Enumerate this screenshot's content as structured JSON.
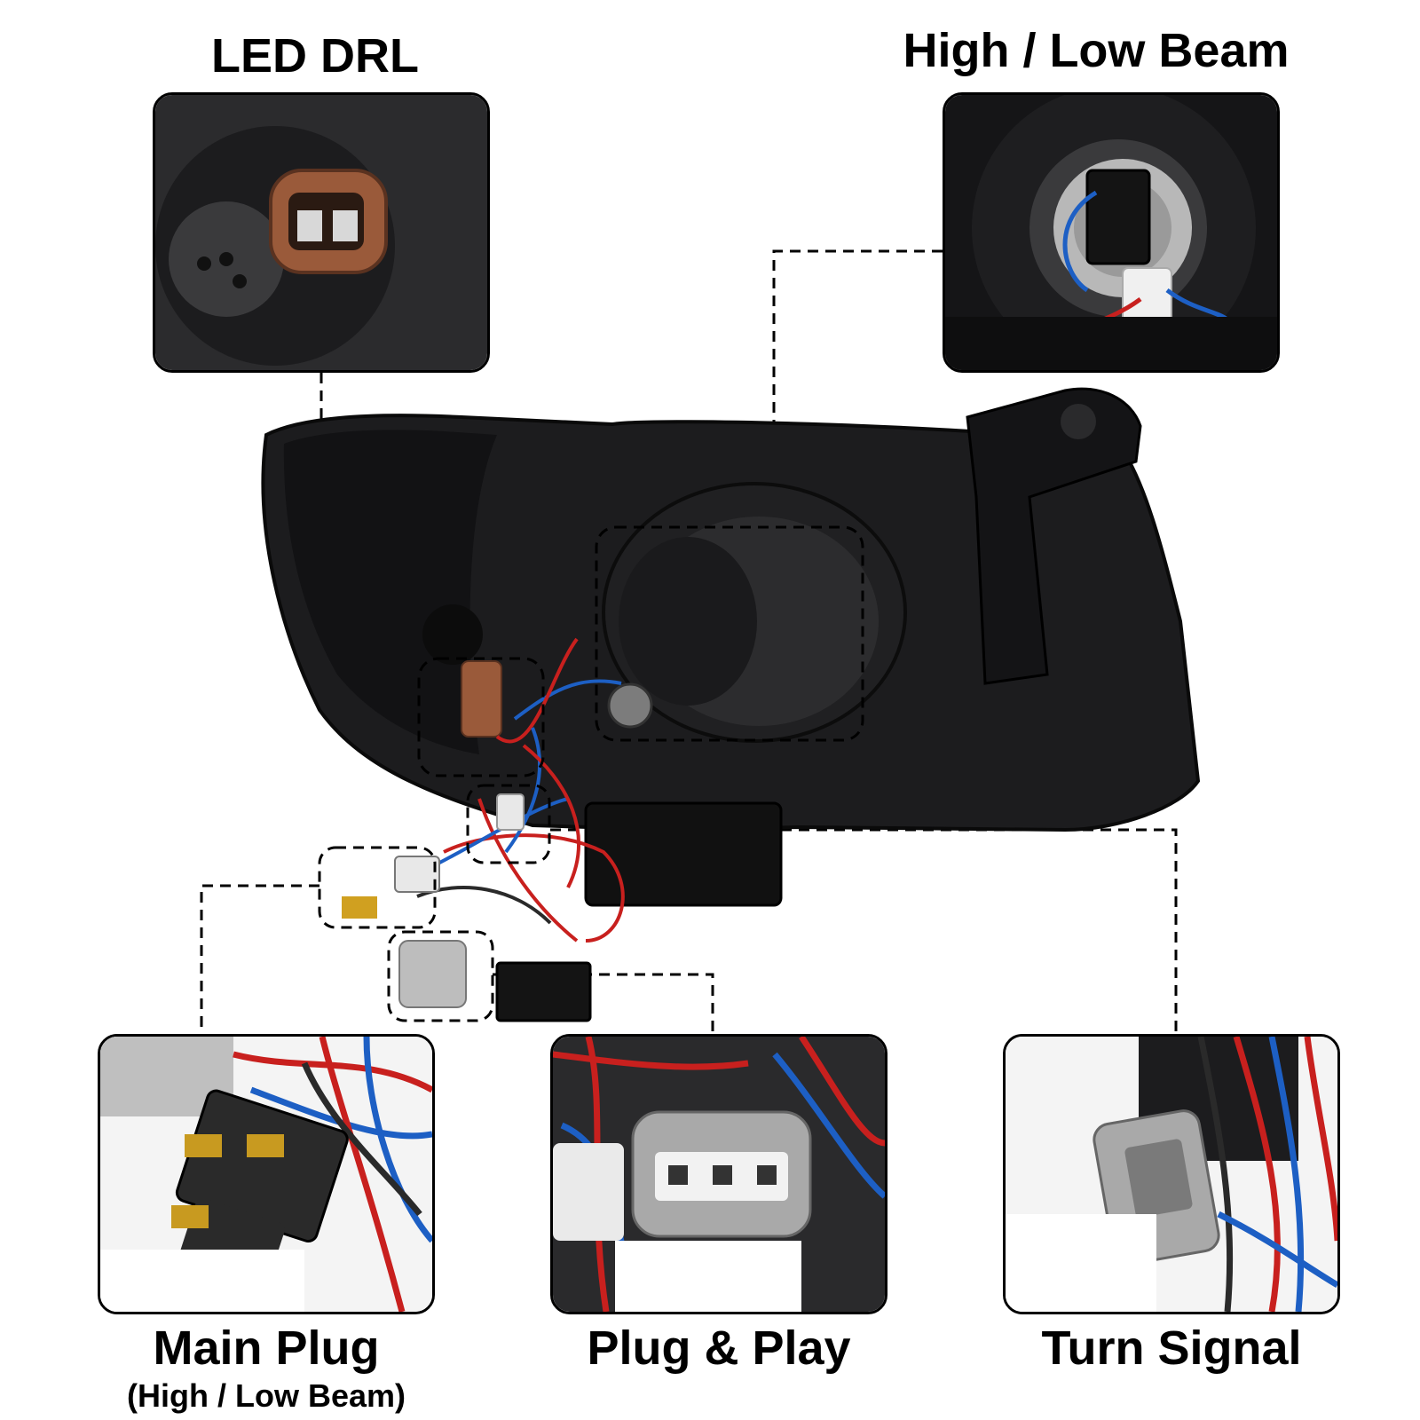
{
  "labels": {
    "led_drl": "LED DRL",
    "high_low_beam": "High / Low Beam",
    "main_plug": "Main Plug",
    "main_plug_sub": "(High / Low Beam)",
    "plug_play": "Plug & Play",
    "turn_signal": "Turn Signal"
  },
  "colors": {
    "housing": "#1c1c1e",
    "wire_red": "#c8201e",
    "wire_blue": "#1d5fc4",
    "connector_brown": "#9a5a3a",
    "connector_gray": "#b9b9b9",
    "panel_border": "#000000"
  }
}
